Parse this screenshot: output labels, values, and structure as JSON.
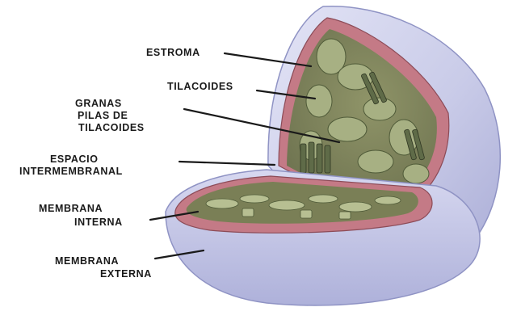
{
  "labels": {
    "estroma": "ESTROMA",
    "tilacoides": "TILACOIDES",
    "granas_1": "GRANAS",
    "granas_2": "PILAS  DE",
    "granas_3": "TILACOIDES",
    "espacio_1": "ESPACIO",
    "espacio_2": "INTERMEMBRANAL",
    "interna_1": "MEMBRANA",
    "interna_2": "INTERNA",
    "externa_1": "MEMBRANA",
    "externa_2": "EXTERNA"
  },
  "colors": {
    "outer_membrane": "#c9cbe8",
    "outer_membrane_shadow": "#a9acd6",
    "inner_membrane": "#c47a86",
    "stroma": "#a96a72",
    "thylakoid": "#9aa67a",
    "thylakoid_dark": "#5f6b48",
    "lamella": "#b7bf92",
    "leader_line": "#1a1a1a"
  }
}
